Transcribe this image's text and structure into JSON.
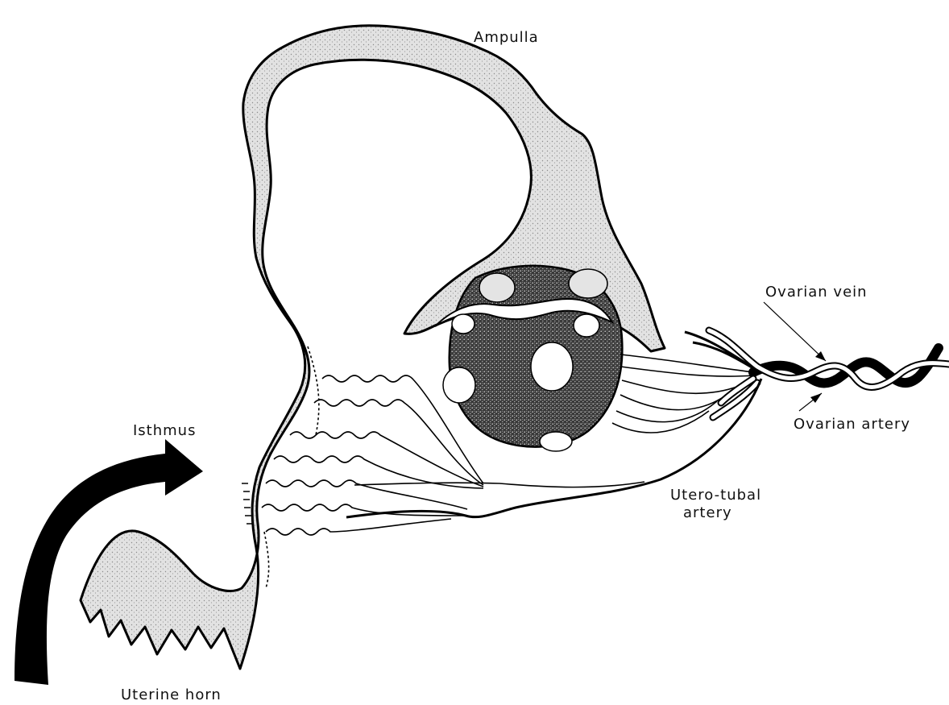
{
  "labels": {
    "ampulla": "Ampulla",
    "isthmus": "Isthmus",
    "uterine_horn": "Uterine horn",
    "ovarian_vein": "Ovarian vein",
    "ovarian_artery": "Ovarian artery",
    "utero_tubal_line1": "Utero-tubal",
    "utero_tubal_line2": "artery"
  }
}
